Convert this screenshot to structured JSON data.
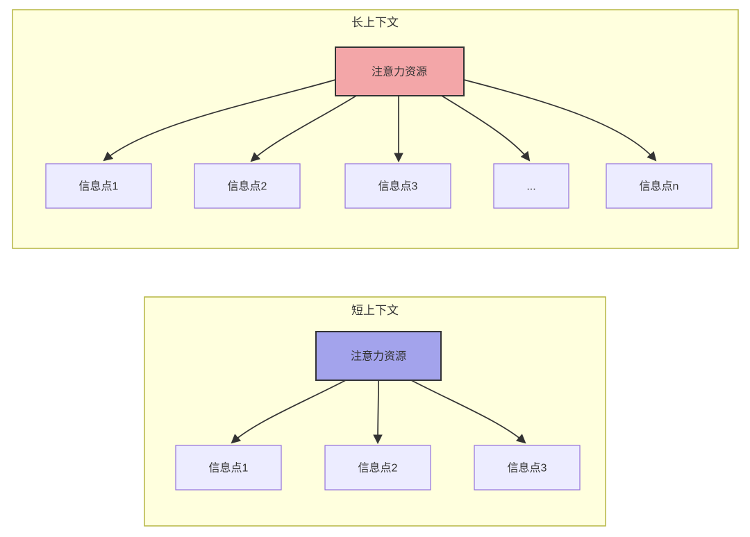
{
  "colors": {
    "container_fill": "#ffffde",
    "container_stroke": "#b5b542",
    "node_fill": "#ececff",
    "node_stroke": "#9370db",
    "long_source_fill": "#f3a6a8",
    "short_source_fill": "#a3a3ec",
    "source_stroke": "#333333",
    "arrow_color": "#333333",
    "text_color": "#333333"
  },
  "long_context": {
    "title": "长上下文",
    "source_label": "注意力资源",
    "targets": [
      "信息点1",
      "信息点2",
      "信息点3",
      "...",
      "信息点n"
    ]
  },
  "short_context": {
    "title": "短上下文",
    "source_label": "注意力资源",
    "targets": [
      "信息点1",
      "信息点2",
      "信息点3"
    ]
  }
}
